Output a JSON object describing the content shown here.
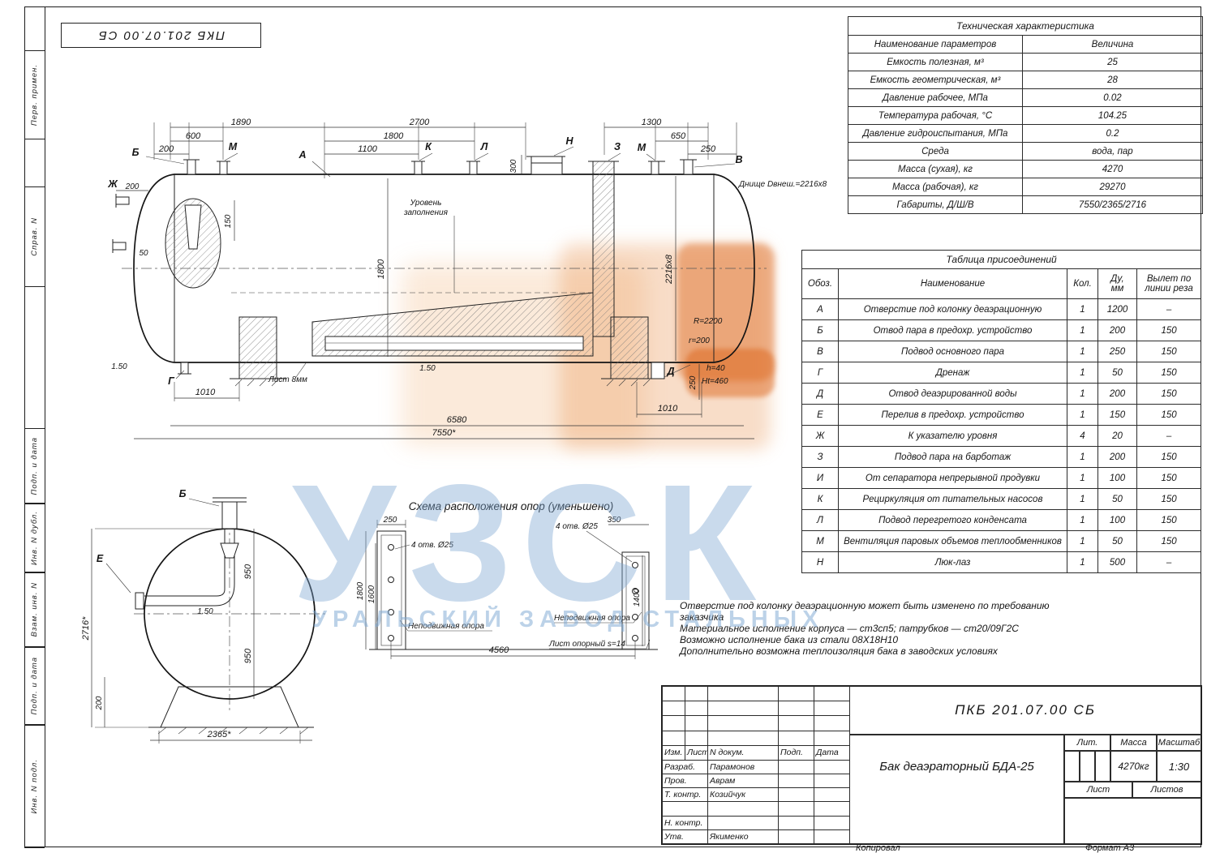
{
  "stamp_top": "ПКБ 201.07.00 СБ",
  "margin_labels": [
    "Перв. примен.",
    "Справ. N",
    "Подп. и дата",
    "Инв. N дубл.",
    "Взам. инв. N",
    "Подп. и дата",
    "Инв. N подл."
  ],
  "watermark": {
    "big": "УЗСК",
    "sub": "УРАЛЬСКИЙ ЗАВОД СТАЛЬНЫХ"
  },
  "tech_table": {
    "title": "Техническая характеристика",
    "headers": [
      "Наименование параметров",
      "Величина"
    ],
    "rows": [
      [
        "Емкость полезная, м³",
        "25"
      ],
      [
        "Емкость геометрическая, м³",
        "28"
      ],
      [
        "Давление рабочее, МПа",
        "0.02"
      ],
      [
        "Температура рабочая, °С",
        "104.25"
      ],
      [
        "Давление гидроиспытания, МПа",
        "0.2"
      ],
      [
        "Среда",
        "вода, пар"
      ],
      [
        "Масса (сухая), кг",
        "4270"
      ],
      [
        "Масса (рабочая), кг",
        "29270"
      ],
      [
        "Габариты, Д/Ш/В",
        "7550/2365/2716"
      ]
    ]
  },
  "conn_table": {
    "title": "Таблица присоединений",
    "headers": [
      "Обоз.",
      "Наименование",
      "Кол.",
      "Ду,\nмм",
      "Вылет по\nлинии реза"
    ],
    "rows": [
      [
        "А",
        "Отверстие под колонку деаэрационную",
        "1",
        "1200",
        "–"
      ],
      [
        "Б",
        "Отвод пара в предохр. устройство",
        "1",
        "200",
        "150"
      ],
      [
        "В",
        "Подвод основного пара",
        "1",
        "250",
        "150"
      ],
      [
        "Г",
        "Дренаж",
        "1",
        "50",
        "150"
      ],
      [
        "Д",
        "Отвод деаэрированной воды",
        "1",
        "200",
        "150"
      ],
      [
        "Е",
        "Перелив в предохр. устройство",
        "1",
        "150",
        "150"
      ],
      [
        "Ж",
        "К указателю уровня",
        "4",
        "20",
        "–"
      ],
      [
        "З",
        "Подвод пара на барботаж",
        "1",
        "200",
        "150"
      ],
      [
        "И",
        "От сепаратора непрерывной продувки",
        "1",
        "100",
        "150"
      ],
      [
        "К",
        "Рециркуляция от питательных насосов",
        "1",
        "50",
        "150"
      ],
      [
        "Л",
        "Подвод перегретого конденсата",
        "1",
        "100",
        "150"
      ],
      [
        "М",
        "Вентиляция паровых объемов теплообменников",
        "1",
        "50",
        "150"
      ],
      [
        "Н",
        "Люк-лаз",
        "1",
        "500",
        "–"
      ]
    ]
  },
  "notes": [
    "Отверстие под колонку деаэрационную может быть изменено по требованию заказчика",
    "Материальное исполнение корпуса — ст3сп5; патрубков — ст20/09Г2С",
    "Возможно исполнение бака из стали 08Х18Н10",
    "Дополнительно возможна теплоизоляция бака в заводских условиях"
  ],
  "drawing": {
    "main": {
      "level1": "Уровень",
      "level2": "заполнения",
      "dnische": "Днище Dвнеш.=2216х8",
      "dims": {
        "w1890": "1890",
        "w2700": "2700",
        "w1300": "1300",
        "w600": "600",
        "w1800": "1800",
        "w650": "650",
        "w1100": "1100",
        "n200": "200",
        "n250": "250",
        "n300": "300",
        "zh200": "200",
        "e150": "150",
        "n50": "50",
        "h1800": "1800",
        "shell": "2216х8",
        "R": "R=2200",
        "r": "r=200",
        "h40": "h=40",
        "ht460": "Ht=460",
        "list8": "Лист 8мм",
        "p1010l": "1010",
        "p1010r": "1010",
        "v250": "250",
        "l6580": "6580",
        "l7550": "7550*",
        "s150a": "1.50",
        "s150b": "1.50"
      },
      "letters": {
        "A": "А",
        "B": "Б",
        "V": "В",
        "G": "Г",
        "D": "Д",
        "Zh": "Ж",
        "Z": "З",
        "K": "К",
        "L": "Л",
        "M1": "М",
        "M2": "М",
        "N": "Н"
      }
    },
    "end": {
      "B": "Б",
      "E": "Е",
      "dims": {
        "h2716": "2716*",
        "w2365": "2365*",
        "v950a": "950",
        "v950b": "950",
        "s150": "1.50",
        "v200": "200"
      }
    },
    "supports": {
      "title": "Схема расположения опор (уменьшено)",
      "dims": {
        "d250": "250",
        "d350": "350",
        "holes1": "4 отв. Ø25",
        "holes2": "4 отв. Ø25",
        "v1800": "1800",
        "v1600": "1600",
        "v1400": "1400",
        "w4560": "4560"
      },
      "fixed1": "Неподвижная опора",
      "fixed2": "Неподвижная опора",
      "plate": "Лист опорный s=14"
    }
  },
  "title_block": {
    "doc_number": "ПКБ 201.07.00 СБ",
    "product_name": "Бак деаэраторный БДА-25",
    "cols": {
      "izm": "Изм.",
      "list": "Лист",
      "ndoc": "N докум.",
      "podp": "Подп.",
      "data": "Дата"
    },
    "rows": [
      {
        "role": "Разраб.",
        "name": "Парамонов"
      },
      {
        "role": "Пров.",
        "name": "Аврам"
      },
      {
        "role": "Т. контр.",
        "name": "Козийчук"
      },
      {
        "role": "",
        "name": ""
      },
      {
        "role": "Н. контр.",
        "name": ""
      },
      {
        "role": "Утв.",
        "name": "Якименко"
      }
    ],
    "lit_label": "Лит.",
    "mass_label": "Масса",
    "scale_label": "Масштаб",
    "mass_value": "4270кг",
    "scale_value": "1:30",
    "sheet_label": "Лист",
    "sheets_label": "Листов",
    "copied": "Копировал",
    "format": "Формат А3"
  }
}
